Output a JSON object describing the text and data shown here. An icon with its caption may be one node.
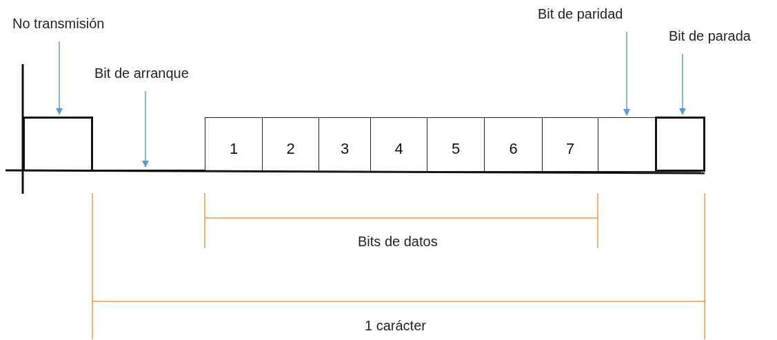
{
  "diagram": {
    "nodes": [
      {
        "text": [
          "No transmisión"
        ]
      },
      {
        "text": [],
        "shape": "box"
      },
      {
        "text": [
          "Bit de arranque"
        ]
      },
      {
        "text": [],
        "shape": "line"
      },
      {
        "text": [
          "1"
        ]
      },
      {
        "text": [
          "2"
        ]
      },
      {
        "text": [
          "3"
        ]
      },
      {
        "text": [
          "4"
        ]
      },
      {
        "text": [
          "5"
        ]
      },
      {
        "text": [
          "6"
        ]
      },
      {
        "text": [
          "7"
        ]
      },
      {
        "text": [
          "Bit de paridad"
        ]
      },
      {
        "text": [],
        "shape": "box"
      },
      {
        "text": [
          "Bit de parada"
        ]
      },
      {
        "text": [],
        "shape": "box"
      }
    ],
    "edges": [
      {
        "from": 0,
        "to": 1,
        "arrow": "to"
      },
      {
        "from": 2,
        "to": 3,
        "arrow": "to"
      },
      {
        "from": 11,
        "to": 12,
        "arrow": "to"
      },
      {
        "from": 13,
        "to": 14,
        "arrow": "to"
      }
    ],
    "labels": [
      "Bits de datos",
      "1 carácter"
    ]
  }
}
